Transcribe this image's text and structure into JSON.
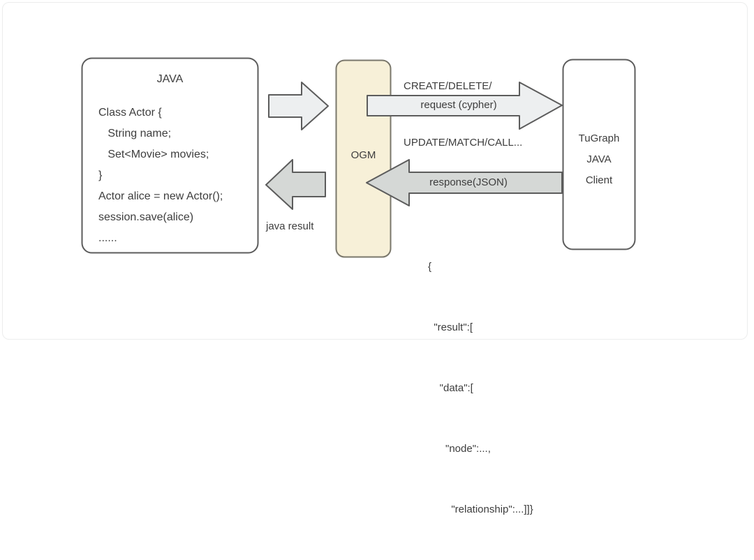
{
  "diagram": {
    "title_left": "JAVA",
    "java_code_lines": [
      "Class Actor {",
      "   String name;",
      "   Set<Movie> movies;",
      "}",
      "Actor alice = new Actor();",
      "session.save(alice)",
      "......"
    ],
    "middle_label": "OGM",
    "java_result_label": "java result",
    "cypher_ops_line1": "CREATE/DELETE/",
    "cypher_ops_line2": "UPDATE/MATCH/CALL...",
    "request_label": "request (cypher)",
    "response_label": "response(JSON)",
    "right_box_lines": [
      "TuGraph",
      "JAVA",
      "Client"
    ],
    "json_lines": [
      "{",
      "  \"result\":[",
      "    \"data\":[",
      "      \"node\":...,",
      "        \"relationship\":...]]}"
    ],
    "colors": {
      "stroke": "#5c5c5c",
      "ogm_fill": "#f7f0d8",
      "arrow_light_fill": "#edeff0",
      "arrow_gray_fill": "#d5d8d6",
      "text": "#3d3d3d",
      "frame_border": "#eceded",
      "background": "#ffffff"
    }
  }
}
